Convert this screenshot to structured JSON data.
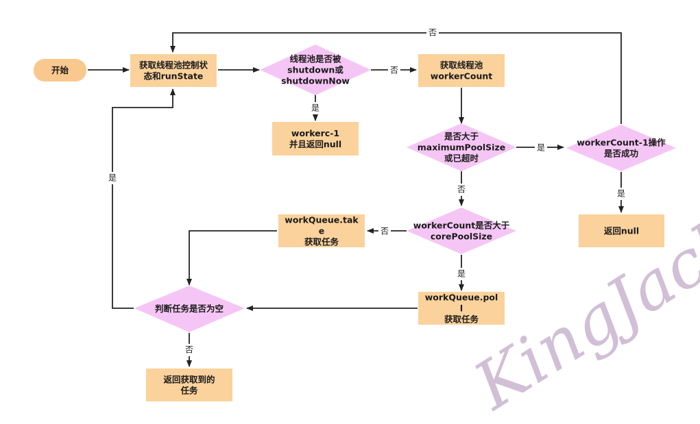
{
  "diagram": {
    "nodes": {
      "start": {
        "lines": [
          "开始"
        ]
      },
      "get_state": {
        "lines": [
          "获取线程池控制状",
          "态和runState"
        ]
      },
      "is_shutdown": {
        "lines": [
          "线程池是否被",
          "shutdown或",
          "shutdownNow"
        ]
      },
      "return_null_dec": {
        "lines": [
          "workerc-1",
          "并且返回null"
        ]
      },
      "get_worker_count": {
        "lines": [
          "获取线程池",
          "workerCount"
        ]
      },
      "gt_max": {
        "lines": [
          "是否大于",
          "maximumPoolSize",
          "或已超时"
        ]
      },
      "cas_dec": {
        "lines": [
          "workerCount-1操作",
          "是否成功"
        ]
      },
      "return_null": {
        "lines": [
          "返回null"
        ]
      },
      "take": {
        "lines": [
          "workQueue.tak",
          "e",
          "获取任务"
        ]
      },
      "gt_core": {
        "lines": [
          "workerCount是否大于",
          "corePoolSize"
        ]
      },
      "poll": {
        "lines": [
          "workQueue.pol",
          "l",
          "获取任务"
        ]
      },
      "is_empty": {
        "lines": [
          "判断任务是否为空"
        ]
      },
      "return_task": {
        "lines": [
          "返回获取到的",
          "任务"
        ]
      }
    },
    "edge_labels": {
      "shutdown_yes": "是",
      "shutdown_no": "否",
      "gt_max_yes": "是",
      "gt_max_no": "否",
      "cas_yes": "是",
      "cas_no": "否",
      "gt_core_no": "否",
      "gt_core_yes": "是",
      "empty_yes": "是",
      "empty_no": "否"
    },
    "colors": {
      "process_fill": "#fbd29c",
      "start_fill": "#f9c88e",
      "decision_fill": "#f5c6f5",
      "arrow": "#222222",
      "watermark": "#c9b4cf"
    },
    "watermark": "KingJack"
  }
}
